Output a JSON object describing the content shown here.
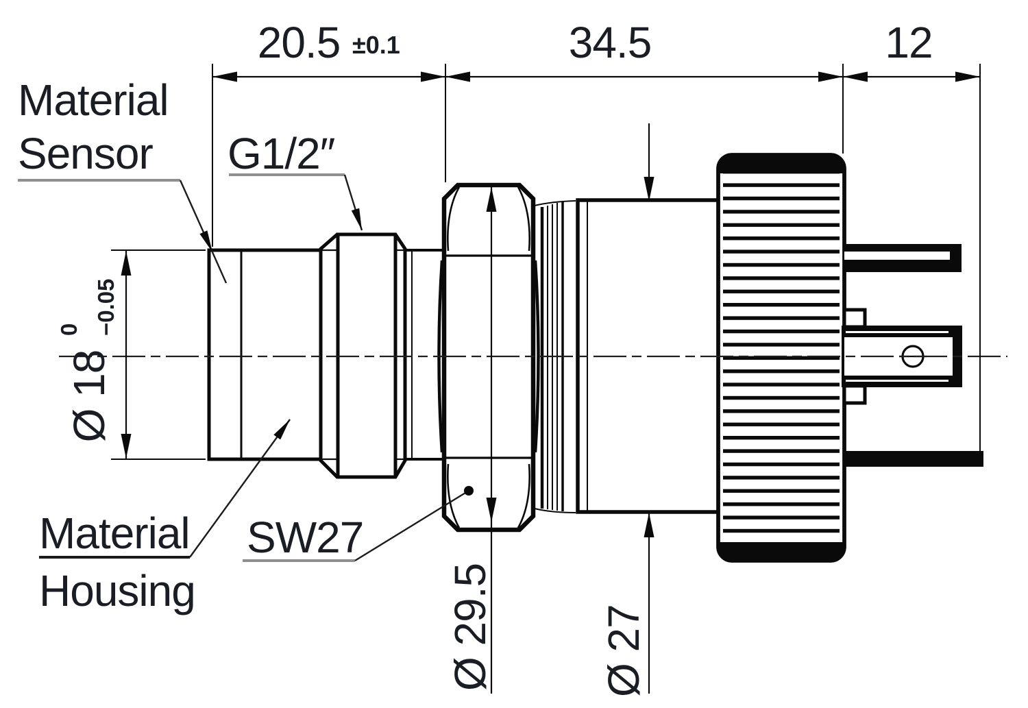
{
  "drawing": {
    "dims_top": [
      {
        "value": "20.5",
        "tolerance": "±0.1"
      },
      {
        "value": "34.5"
      },
      {
        "value": "12"
      }
    ],
    "dia_18": {
      "value": "Ø 18",
      "tol_upper": "0",
      "tol_lower": "−0.05"
    },
    "dia_29_5": {
      "value": "Ø 29.5"
    },
    "dia_27": {
      "value": "Ø 27"
    },
    "thread_label": "G1/2″",
    "wrench_label": "SW27",
    "callout_sensor": {
      "line1": "Material",
      "line2": "Sensor"
    },
    "callout_housing": {
      "line1": "Material",
      "line2": "Housing"
    }
  },
  "colors": {
    "ink": "#1a1d24",
    "line": "#0a0a0a",
    "leader_underline": "#8f8f8f",
    "background": "#ffffff"
  }
}
